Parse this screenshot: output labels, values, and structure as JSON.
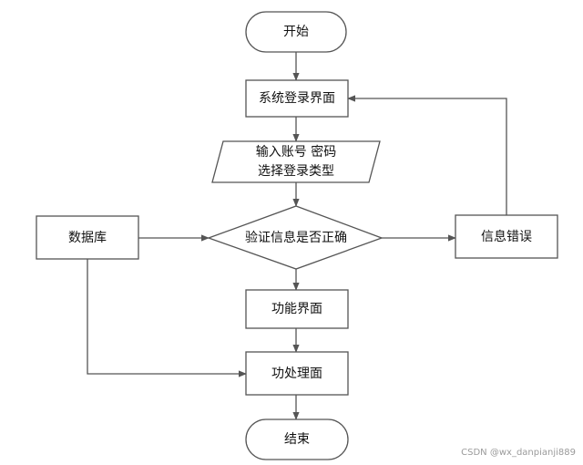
{
  "diagram": {
    "type": "flowchart",
    "nodes": {
      "start": "开始",
      "login_page": "系统登录界面",
      "input_line1": "输入账号 密码",
      "input_line2": "选择登录类型",
      "verify": "验证信息是否正确",
      "database": "数据库",
      "error": "信息错误",
      "function_page": "功能界面",
      "process": "功处理面",
      "end": "结束"
    },
    "edges": [
      {
        "from": "start",
        "to": "login_page"
      },
      {
        "from": "login_page",
        "to": "input"
      },
      {
        "from": "input",
        "to": "verify"
      },
      {
        "from": "database",
        "to": "verify"
      },
      {
        "from": "database",
        "to": "process"
      },
      {
        "from": "verify",
        "to": "error"
      },
      {
        "from": "error",
        "to": "login_page"
      },
      {
        "from": "verify",
        "to": "function_page"
      },
      {
        "from": "function_page",
        "to": "process"
      },
      {
        "from": "process",
        "to": "end"
      }
    ]
  },
  "colors": {
    "stroke": "#555555",
    "fill": "#ffffff",
    "text": "#111111"
  },
  "watermark": "CSDN @wx_danpianji889"
}
